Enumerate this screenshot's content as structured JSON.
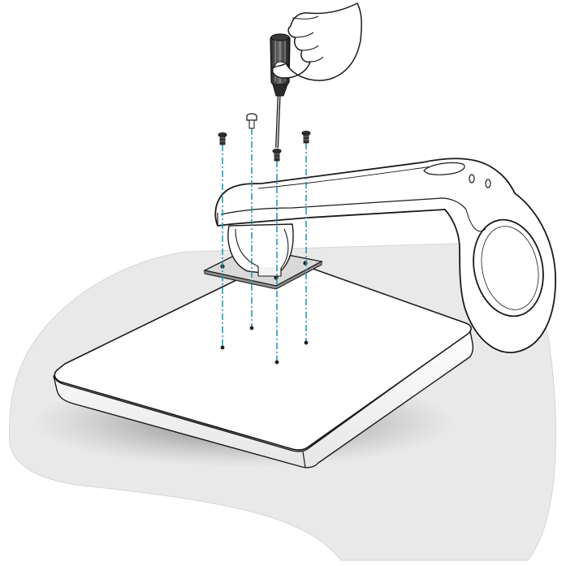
{
  "figure": {
    "subject": "stand-arm-attachment",
    "icons": [
      "hand-icon",
      "screwdriver-icon",
      "screw-icon",
      "guide-line",
      "mounting-plate",
      "stand-base",
      "stand-arm",
      "shadow"
    ],
    "screw_count": 4,
    "colors": {
      "outline": "#1a1a1a",
      "surface": "#ffffff",
      "shadow": "#e8e8e8",
      "shadow_edge": "#d4d4d4",
      "guide": "#1f8fb3",
      "plate": "#cfcfcf",
      "screw": "#333333"
    }
  }
}
